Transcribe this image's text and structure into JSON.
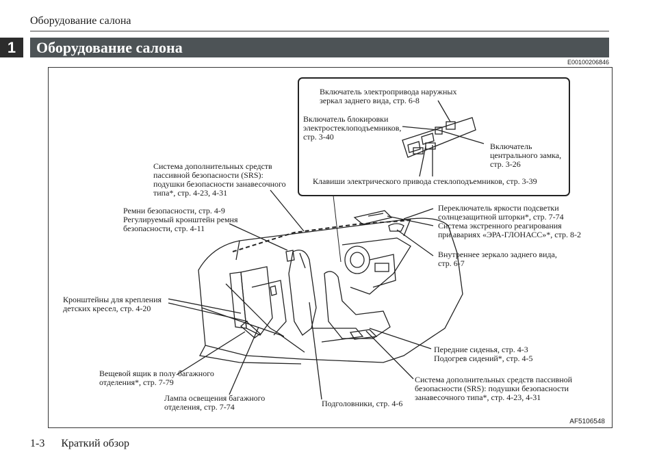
{
  "page": {
    "running_header": "Оборудование салона",
    "chapter_number": "1",
    "section_title": "Оборудование салона",
    "doc_code": "E00100206846",
    "figure_code": "AF5106548",
    "footer_page": "1-3",
    "footer_title": "Краткий обзор"
  },
  "labels": {
    "mirror_switch": "Включатель электропривода наружных\nзеркал заднего вида, стр. 6-8",
    "window_lock": "Включатель блокировки\nэлектростеклоподъемников,\nстр. 3-40",
    "central_lock": "Включатель\nцентрального замка,\nстр. 3-26",
    "window_keys": "Клавиши электрического привода стеклоподъемников, стр. 3-39",
    "srs_curtain_top": "Система дополнительных средств\nпассивной безопасности (SRS):\nподушки безопасности занавесочного\nтипа*, стр. 4-23, 4-31",
    "seat_belts": "Ремни безопасности, стр. 4-9\nРегулируемый кронштейн ремня\nбезопасности, стр. 4-11",
    "sunvisor_era": "Переключатель яркости подсветки\nсолнцезащитной шторки*, стр. 7-74\nСистема экстренного реагирования\nпри авариях «ЭРА-ГЛОНАСС»*, стр. 8-2",
    "rear_mirror": "Внутреннее зеркало заднего вида,\nстр. 6-7",
    "child_seat": "Кронштейны для крепления\nдетских кресел, стр. 4-20",
    "front_seats": "Передние сиденья, стр. 4-3\nПодогрев сидений*, стр. 4-5",
    "floor_box": "Вещевой ящик в полу багажного\nотделения*, стр. 7-79",
    "srs_curtain_bottom": "Система дополнительных средств пассивной\nбезопасности (SRS): подушки безопасности\nзанавесочного типа*, стр. 4-23, 4-31",
    "cargo_lamp": "Лампа освещения багажного\nотделения, стр. 7-74",
    "headrests": "Подголовники, стр. 4-6"
  }
}
